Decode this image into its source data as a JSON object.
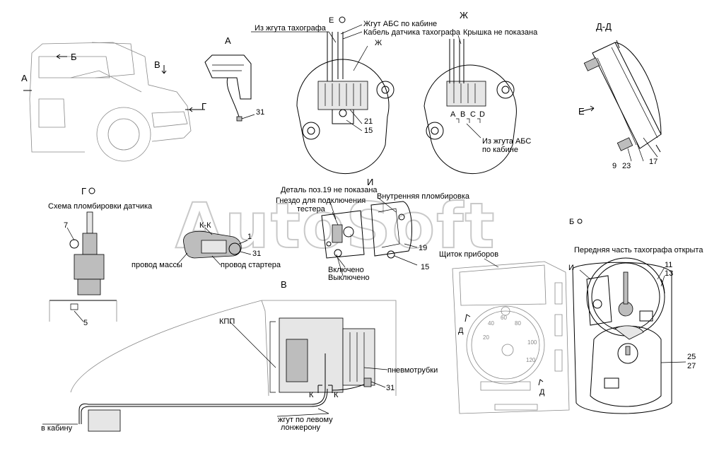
{
  "views": {
    "a_title": "А",
    "b_mark": "Б",
    "v_mark": "В",
    "g_mark": "Г",
    "a_side": "А",
    "e_circle": "Е",
    "zh_title": "Ж",
    "dd_title": "Д-Д",
    "e_arrow": "Е",
    "i_title": "И",
    "gcirc_title": "Г",
    "kk_title": "К-К",
    "v_title": "В",
    "b_circle_title": "Б",
    "kpp": "КПП",
    "k1": "К",
    "k2": "К",
    "d1": "Д",
    "d2": "Д",
    "zh_ref": "Ж",
    "i_ref": "И"
  },
  "labels": {
    "iz_zhguta_tachografa": "Из жгута тахографа",
    "zhgut_abs": "Жгут АБС по кабине",
    "kabel_datchika": "Кабель датчика тахографа",
    "kryshka": "Крышка не показана",
    "iz_zhguta_abs_1": "Из жгута АБС",
    "iz_zhguta_abs_2": "по кабине",
    "abcd": [
      "A",
      "B",
      "C",
      "D"
    ],
    "shema_1": "Схема пломбировки датчика",
    "detal_19": "Деталь поз.19 не показана",
    "gnezdo_1": "Гнездо для подключения",
    "gnezdo_2": "тестера",
    "vnutr_plomb": "Внутренняя пломбировка",
    "vklyucheno": "Включено",
    "vyklyucheno": "Выключено",
    "provod_massy": "провод массы",
    "provod_startera": "провод стартера",
    "shitok": "Щиток приборов",
    "perednyaya": "Передняя часть тахографа открыта",
    "pnevmotrubki": "пневмотрубки",
    "v_kabinu": "в кабину",
    "zhgut_levomu_1": "жгут по левому",
    "zhgut_levomu_2": "лонжерону"
  },
  "positions": {
    "p31a": "31",
    "p21": "21",
    "p15a": "15",
    "p9": "9",
    "p23": "23",
    "p17": "17",
    "p7": "7",
    "p5": "5",
    "p1": "1",
    "p31b": "31",
    "p19": "19",
    "p15b": "15",
    "p11": "11",
    "p13": "13",
    "p25": "25",
    "p27": "27",
    "p31c": "31"
  },
  "gauge_ticks": [
    "20",
    "40",
    "60",
    "80",
    "100",
    "120"
  ],
  "watermark": "AutoSoft"
}
